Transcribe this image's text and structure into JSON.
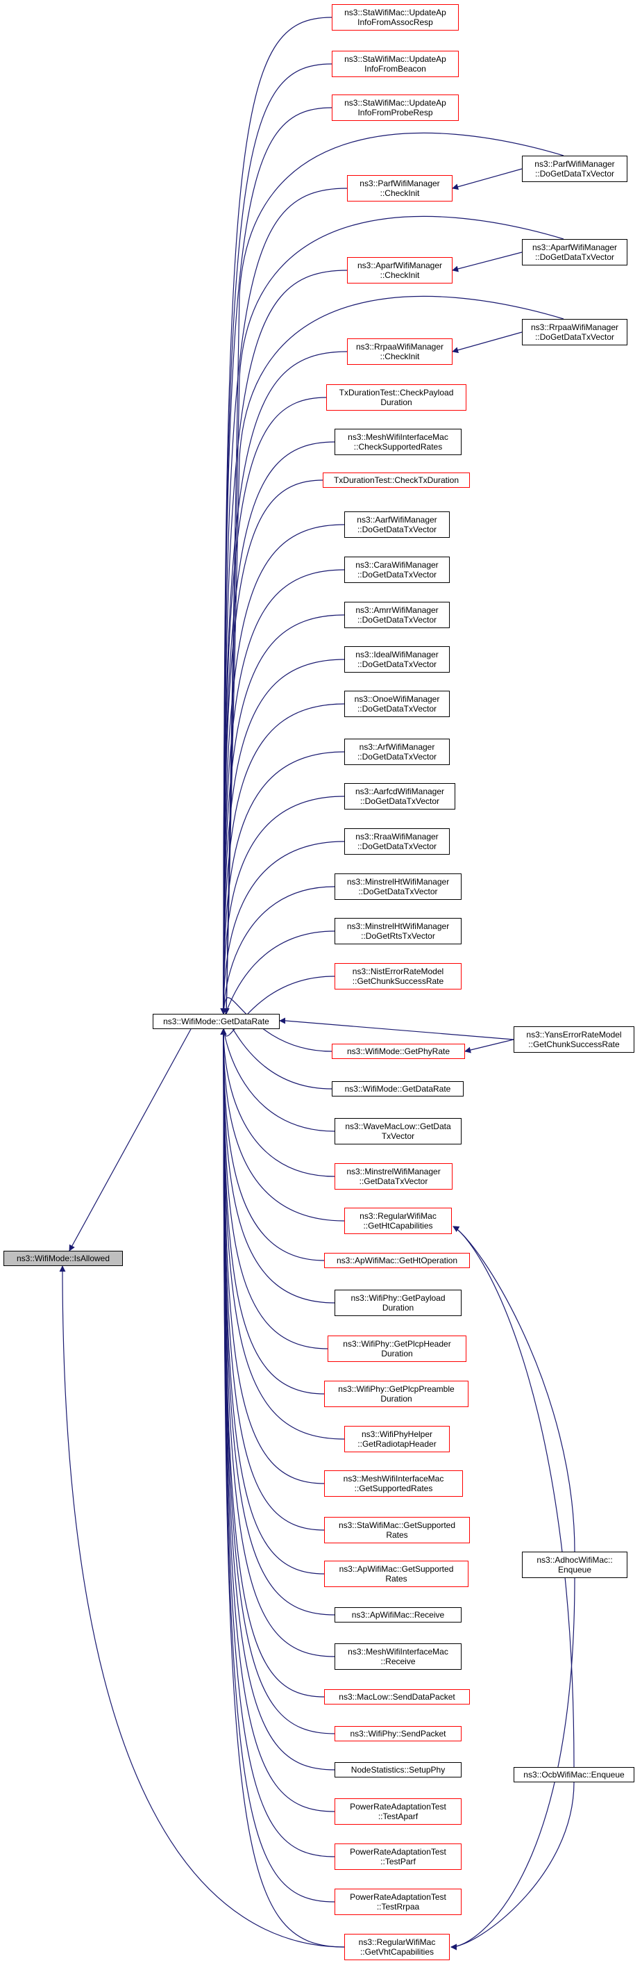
{
  "diagram": {
    "type": "call-graph",
    "edge_color": "#191970",
    "colors": {
      "box_black": "#000000",
      "box_red": "#ff0000",
      "root_fill": "#bfbfbf"
    },
    "nodes": [
      {
        "id": "isallowed",
        "text": "ns3::WifiMode::IsAllowed",
        "border": "black",
        "root": true
      },
      {
        "id": "getdatarate",
        "text": "ns3::WifiMode::GetDataRate",
        "border": "black"
      },
      {
        "id": "c1",
        "text": "ns3::StaWifiMac::UpdateAp\nInfoFromAssocResp",
        "border": "red"
      },
      {
        "id": "c2",
        "text": "ns3::StaWifiMac::UpdateAp\nInfoFromBeacon",
        "border": "red"
      },
      {
        "id": "c3",
        "text": "ns3::StaWifiMac::UpdateAp\nInfoFromProbeResp",
        "border": "red"
      },
      {
        "id": "c4",
        "text": "ns3::ParfWifiManager\n::CheckInit",
        "border": "red"
      },
      {
        "id": "c5",
        "text": "ns3::AparfWifiManager\n::CheckInit",
        "border": "red"
      },
      {
        "id": "c6",
        "text": "ns3::RrpaaWifiManager\n::CheckInit",
        "border": "red"
      },
      {
        "id": "c7",
        "text": "TxDurationTest::CheckPayload\nDuration",
        "border": "red"
      },
      {
        "id": "c8",
        "text": "ns3::MeshWifiInterfaceMac\n::CheckSupportedRates",
        "border": "black"
      },
      {
        "id": "c9",
        "text": "TxDurationTest::CheckTxDuration",
        "border": "red"
      },
      {
        "id": "c10",
        "text": "ns3::AarfWifiManager\n::DoGetDataTxVector",
        "border": "black"
      },
      {
        "id": "c11",
        "text": "ns3::CaraWifiManager\n::DoGetDataTxVector",
        "border": "black"
      },
      {
        "id": "c12",
        "text": "ns3::AmrrWifiManager\n::DoGetDataTxVector",
        "border": "black"
      },
      {
        "id": "c13",
        "text": "ns3::IdealWifiManager\n::DoGetDataTxVector",
        "border": "black"
      },
      {
        "id": "c14",
        "text": "ns3::OnoeWifiManager\n::DoGetDataTxVector",
        "border": "black"
      },
      {
        "id": "c15",
        "text": "ns3::ArfWifiManager\n::DoGetDataTxVector",
        "border": "black"
      },
      {
        "id": "c16",
        "text": "ns3::AarfcdWifiManager\n::DoGetDataTxVector",
        "border": "black"
      },
      {
        "id": "c17",
        "text": "ns3::RraaWifiManager\n::DoGetDataTxVector",
        "border": "black"
      },
      {
        "id": "c18",
        "text": "ns3::MinstrelHtWifiManager\n::DoGetDataTxVector",
        "border": "black"
      },
      {
        "id": "c19",
        "text": "ns3::MinstrelHtWifiManager\n::DoGetRtsTxVector",
        "border": "black"
      },
      {
        "id": "c20",
        "text": "ns3::NistErrorRateModel\n::GetChunkSuccessRate",
        "border": "red"
      },
      {
        "id": "c21",
        "text": "ns3::WifiMode::GetPhyRate",
        "border": "red"
      },
      {
        "id": "c22",
        "text": "ns3::WifiMode::GetDataRate",
        "border": "black"
      },
      {
        "id": "c23",
        "text": "ns3::WaveMacLow::GetData\nTxVector",
        "border": "black"
      },
      {
        "id": "c24",
        "text": "ns3::MinstrelWifiManager\n::GetDataTxVector",
        "border": "red"
      },
      {
        "id": "c25",
        "text": "ns3::RegularWifiMac\n::GetHtCapabilities",
        "border": "red"
      },
      {
        "id": "c26",
        "text": "ns3::ApWifiMac::GetHtOperation",
        "border": "red"
      },
      {
        "id": "c27",
        "text": "ns3::WifiPhy::GetPayload\nDuration",
        "border": "black"
      },
      {
        "id": "c28",
        "text": "ns3::WifiPhy::GetPlcpHeader\nDuration",
        "border": "red"
      },
      {
        "id": "c29",
        "text": "ns3::WifiPhy::GetPlcpPreamble\nDuration",
        "border": "red"
      },
      {
        "id": "c30",
        "text": "ns3::WifiPhyHelper\n::GetRadiotapHeader",
        "border": "red"
      },
      {
        "id": "c31",
        "text": "ns3::MeshWifiInterfaceMac\n::GetSupportedRates",
        "border": "red"
      },
      {
        "id": "c32",
        "text": "ns3::StaWifiMac::GetSupported\nRates",
        "border": "red"
      },
      {
        "id": "c33",
        "text": "ns3::ApWifiMac::GetSupported\nRates",
        "border": "red"
      },
      {
        "id": "c34",
        "text": "ns3::ApWifiMac::Receive",
        "border": "black"
      },
      {
        "id": "c35",
        "text": "ns3::MeshWifiInterfaceMac\n::Receive",
        "border": "black"
      },
      {
        "id": "c36",
        "text": "ns3::MacLow::SendDataPacket",
        "border": "red"
      },
      {
        "id": "c37",
        "text": "ns3::WifiPhy::SendPacket",
        "border": "red"
      },
      {
        "id": "c38",
        "text": "NodeStatistics::SetupPhy",
        "border": "black"
      },
      {
        "id": "c39",
        "text": "PowerRateAdaptationTest\n::TestAparf",
        "border": "red"
      },
      {
        "id": "c40",
        "text": "PowerRateAdaptationTest\n::TestParf",
        "border": "red"
      },
      {
        "id": "c41",
        "text": "PowerRateAdaptationTest\n::TestRrpaa",
        "border": "red"
      },
      {
        "id": "c42",
        "text": "ns3::RegularWifiMac\n::GetVhtCapabilities",
        "border": "red"
      },
      {
        "id": "r1",
        "text": "ns3::ParfWifiManager\n::DoGetDataTxVector",
        "border": "black"
      },
      {
        "id": "r2",
        "text": "ns3::AparfWifiManager\n::DoGetDataTxVector",
        "border": "black"
      },
      {
        "id": "r3",
        "text": "ns3::RrpaaWifiManager\n::DoGetDataTxVector",
        "border": "black"
      },
      {
        "id": "r4",
        "text": "ns3::YansErrorRateModel\n::GetChunkSuccessRate",
        "border": "black"
      },
      {
        "id": "r5",
        "text": "ns3::AdhocWifiMac::\nEnqueue",
        "border": "black"
      },
      {
        "id": "r6",
        "text": "ns3::OcbWifiMac::Enqueue",
        "border": "black"
      }
    ],
    "edges": [
      {
        "from": "getdatarate",
        "to": "isallowed"
      },
      {
        "from": "c42",
        "to": "isallowed"
      },
      {
        "from": "c1",
        "to": "getdatarate"
      },
      {
        "from": "c2",
        "to": "getdatarate"
      },
      {
        "from": "c3",
        "to": "getdatarate"
      },
      {
        "from": "c4",
        "to": "getdatarate"
      },
      {
        "from": "c5",
        "to": "getdatarate"
      },
      {
        "from": "c6",
        "to": "getdatarate"
      },
      {
        "from": "c7",
        "to": "getdatarate"
      },
      {
        "from": "c8",
        "to": "getdatarate"
      },
      {
        "from": "c9",
        "to": "getdatarate"
      },
      {
        "from": "c10",
        "to": "getdatarate"
      },
      {
        "from": "c11",
        "to": "getdatarate"
      },
      {
        "from": "c12",
        "to": "getdatarate"
      },
      {
        "from": "c13",
        "to": "getdatarate"
      },
      {
        "from": "c14",
        "to": "getdatarate"
      },
      {
        "from": "c15",
        "to": "getdatarate"
      },
      {
        "from": "c16",
        "to": "getdatarate"
      },
      {
        "from": "c17",
        "to": "getdatarate"
      },
      {
        "from": "c18",
        "to": "getdatarate"
      },
      {
        "from": "c19",
        "to": "getdatarate"
      },
      {
        "from": "c20",
        "to": "getdatarate"
      },
      {
        "from": "c21",
        "to": "getdatarate"
      },
      {
        "from": "c22",
        "to": "getdatarate"
      },
      {
        "from": "c23",
        "to": "getdatarate"
      },
      {
        "from": "c24",
        "to": "getdatarate"
      },
      {
        "from": "c25",
        "to": "getdatarate"
      },
      {
        "from": "c26",
        "to": "getdatarate"
      },
      {
        "from": "c27",
        "to": "getdatarate"
      },
      {
        "from": "c28",
        "to": "getdatarate"
      },
      {
        "from": "c29",
        "to": "getdatarate"
      },
      {
        "from": "c30",
        "to": "getdatarate"
      },
      {
        "from": "c31",
        "to": "getdatarate"
      },
      {
        "from": "c32",
        "to": "getdatarate"
      },
      {
        "from": "c33",
        "to": "getdatarate"
      },
      {
        "from": "c34",
        "to": "getdatarate"
      },
      {
        "from": "c35",
        "to": "getdatarate"
      },
      {
        "from": "c36",
        "to": "getdatarate"
      },
      {
        "from": "c37",
        "to": "getdatarate"
      },
      {
        "from": "c38",
        "to": "getdatarate"
      },
      {
        "from": "c39",
        "to": "getdatarate"
      },
      {
        "from": "c40",
        "to": "getdatarate"
      },
      {
        "from": "c41",
        "to": "getdatarate"
      },
      {
        "from": "c42",
        "to": "getdatarate"
      },
      {
        "from": "r1",
        "to": "getdatarate"
      },
      {
        "from": "r2",
        "to": "getdatarate"
      },
      {
        "from": "r3",
        "to": "getdatarate"
      },
      {
        "from": "r1",
        "to": "c4"
      },
      {
        "from": "r2",
        "to": "c5"
      },
      {
        "from": "r3",
        "to": "c6"
      },
      {
        "from": "r4",
        "to": "c21"
      },
      {
        "from": "r4",
        "to": "getdatarate"
      },
      {
        "from": "r5",
        "to": "c25"
      },
      {
        "from": "r6",
        "to": "c25"
      },
      {
        "from": "r5",
        "to": "c42"
      },
      {
        "from": "r6",
        "to": "c42"
      }
    ]
  }
}
